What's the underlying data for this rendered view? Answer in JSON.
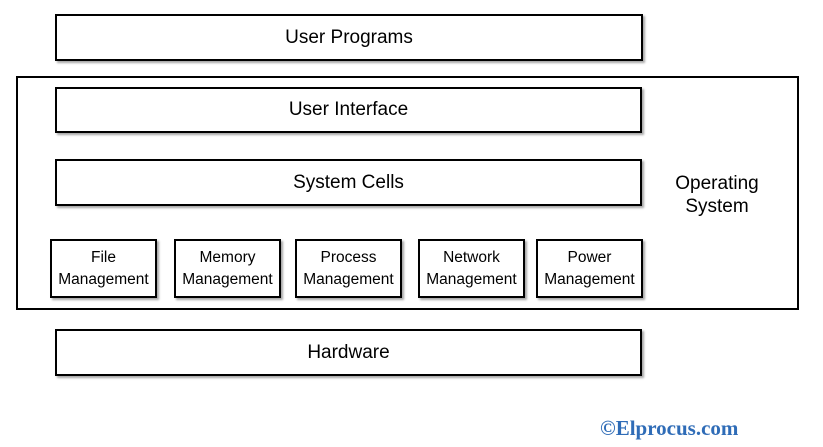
{
  "layers": {
    "user_programs": "User Programs",
    "user_interface": "User Interface",
    "system_cells": "System Cells",
    "hardware": "Hardware"
  },
  "os_group": {
    "label_line1": "Operating",
    "label_line2": "System"
  },
  "modules": [
    {
      "line1": "File",
      "line2": "Management"
    },
    {
      "line1": "Memory",
      "line2": "Management"
    },
    {
      "line1": "Process",
      "line2": "Management"
    },
    {
      "line1": "Network",
      "line2": "Management"
    },
    {
      "line1": "Power",
      "line2": "Management"
    }
  ],
  "watermark": "©Elprocus.com",
  "colors": {
    "stroke": "#000000",
    "watermark": "#2f6cb7"
  }
}
